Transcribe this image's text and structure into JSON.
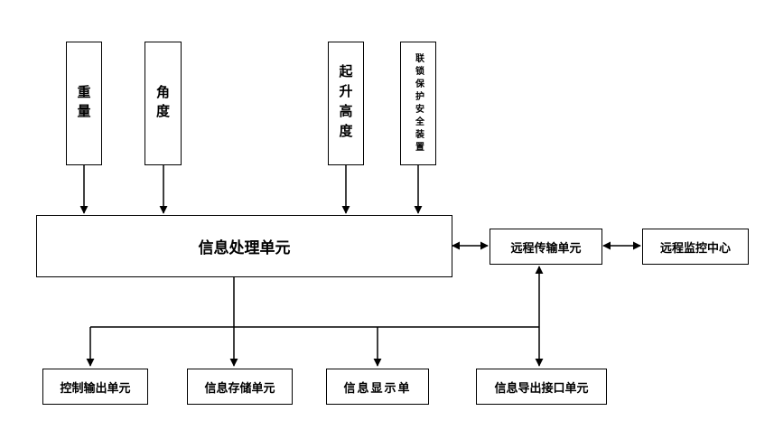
{
  "sensors": {
    "weight": "重量",
    "angle": "角度",
    "height": "起升高度",
    "interlock": "联锁保护安全装置"
  },
  "core": {
    "processing": "信息处理单元",
    "remote_transmission": "远程传输单元",
    "remote_monitoring": "远程监控中心"
  },
  "outputs": {
    "control_output": "控制输出单元",
    "storage": "信息存储单元",
    "display": "信息显示单",
    "export_interface": "信息导出接口单元"
  }
}
